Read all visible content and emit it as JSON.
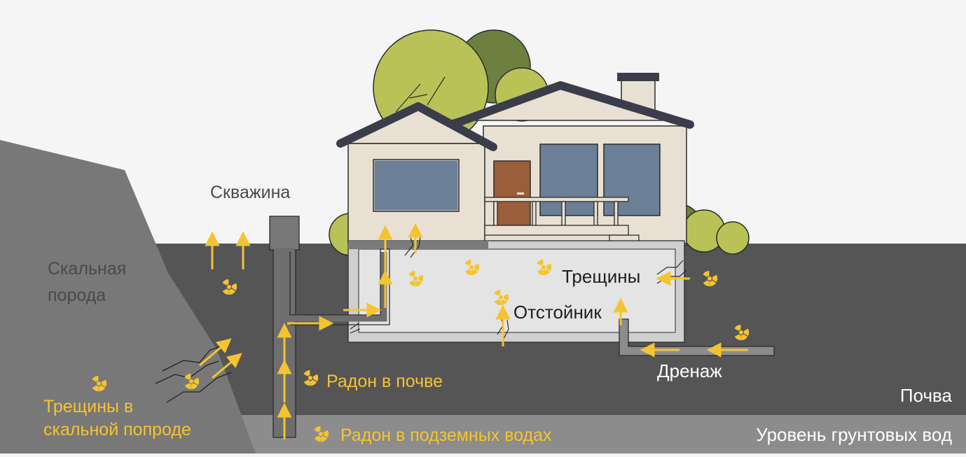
{
  "labels": {
    "well": "Скважина",
    "bedrock_line1": "Скальная",
    "bedrock_line2": "порода",
    "cracks": "Трещины",
    "sump": "Отстойник",
    "drainage": "Дренаж",
    "soil": "Почва",
    "groundwater_level": "Уровень грунтовых вод",
    "radon_in_soil": "Радон в почве",
    "radon_in_groundwater": "Радон в подземных водах",
    "rock_cracks_line1": "Трещины в",
    "rock_cracks_line2": "скальной попроде"
  },
  "colors": {
    "background": "#f5f5f5",
    "soil": "#555555",
    "rock": "#787878",
    "groundwater": "#8c8c8c",
    "radon": "#f4c430",
    "basement": "#e4e4e4",
    "house_wall": "#e8e1d3",
    "roof": "#3c3d4a",
    "window": "#6b7f96",
    "door": "#9a5e3a",
    "tree_light": "#b9c257",
    "tree_dark": "#6d8040"
  }
}
